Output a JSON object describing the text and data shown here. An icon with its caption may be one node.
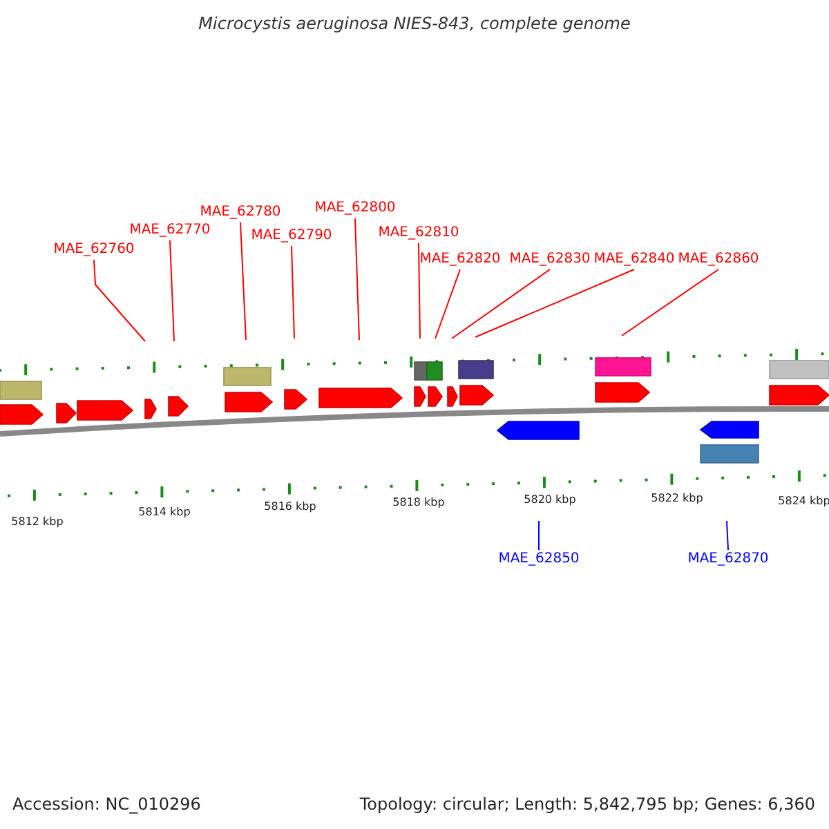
{
  "diagram": {
    "title": "Microcystis aeruginosa NIES-843, complete genome",
    "nodes": [
      {
        "text": [
          "MAE_62760"
        ]
      },
      {
        "text": [
          "MAE_62770"
        ]
      },
      {
        "text": [
          "MAE_62780"
        ]
      },
      {
        "text": [
          "MAE_62790"
        ]
      },
      {
        "text": [
          "MAE_62800"
        ]
      },
      {
        "text": [
          "MAE_62810"
        ]
      },
      {
        "text": [
          "MAE_62820"
        ]
      },
      {
        "text": [
          "MAE_62830"
        ]
      },
      {
        "text": [
          "MAE_62840"
        ]
      },
      {
        "text": [
          "MAE_62860"
        ]
      },
      {
        "text": [
          "MAE_62850"
        ]
      },
      {
        "text": [
          "MAE_62870"
        ]
      }
    ],
    "edges": [
      {
        "from": 0,
        "to": null,
        "arrow": "none"
      },
      {
        "from": 1,
        "to": null,
        "arrow": "none"
      },
      {
        "from": 2,
        "to": null,
        "arrow": "none"
      },
      {
        "from": 3,
        "to": null,
        "arrow": "none"
      },
      {
        "from": 4,
        "to": null,
        "arrow": "none"
      },
      {
        "from": 5,
        "to": null,
        "arrow": "none"
      },
      {
        "from": 6,
        "to": null,
        "arrow": "none"
      },
      {
        "from": 7,
        "to": null,
        "arrow": "none"
      },
      {
        "from": 8,
        "to": null,
        "arrow": "none"
      },
      {
        "from": 9,
        "to": null,
        "arrow": "none"
      },
      {
        "from": 10,
        "to": null,
        "arrow": "none",
        "color": "#0000ff"
      },
      {
        "from": 11,
        "to": null,
        "arrow": "none",
        "color": "#0000ff"
      }
    ],
    "labels": [
      "5812 kbp",
      "5814 kbp",
      "5816 kbp",
      "5818 kbp",
      "5820 kbp",
      "5822 kbp",
      "5824 kbp",
      "Accession: NC_010296",
      "Topology: circular; Length: 5,842,795 bp; Genes: 6,360"
    ]
  }
}
